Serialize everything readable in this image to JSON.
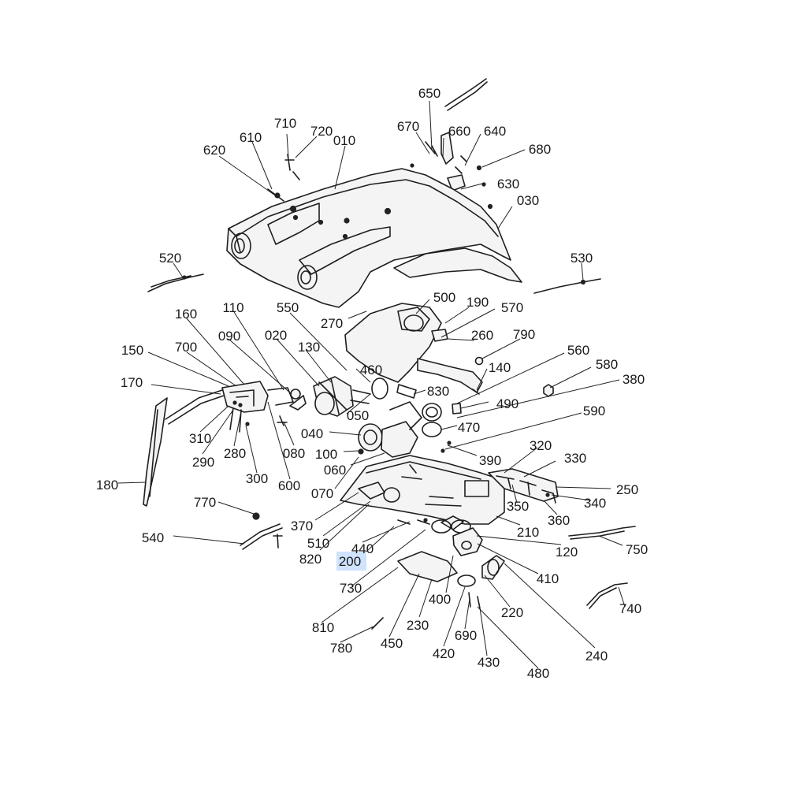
{
  "diagram": {
    "labels": [
      "650",
      "670",
      "660",
      "640",
      "680",
      "630",
      "030",
      "010",
      "720",
      "710",
      "610",
      "620",
      "520",
      "530",
      "500",
      "190",
      "570",
      "270",
      "550",
      "110",
      "160",
      "090",
      "020",
      "130",
      "260",
      "790",
      "560",
      "150",
      "700",
      "460",
      "140",
      "580",
      "380",
      "170",
      "830",
      "490",
      "590",
      "050",
      "470",
      "310",
      "290",
      "280",
      "040",
      "100",
      "390",
      "320",
      "330",
      "080",
      "060",
      "300",
      "600",
      "070",
      "250",
      "180",
      "350",
      "340",
      "360",
      "770",
      "370",
      "510",
      "540",
      "820",
      "440",
      "210",
      "120",
      "750",
      "200",
      "410",
      "730",
      "400",
      "220",
      "740",
      "810",
      "230",
      "690",
      "450",
      "780",
      "420",
      "430",
      "480",
      "240"
    ],
    "highlighted_label": "200",
    "highlight_color": "#cfe3ff"
  }
}
